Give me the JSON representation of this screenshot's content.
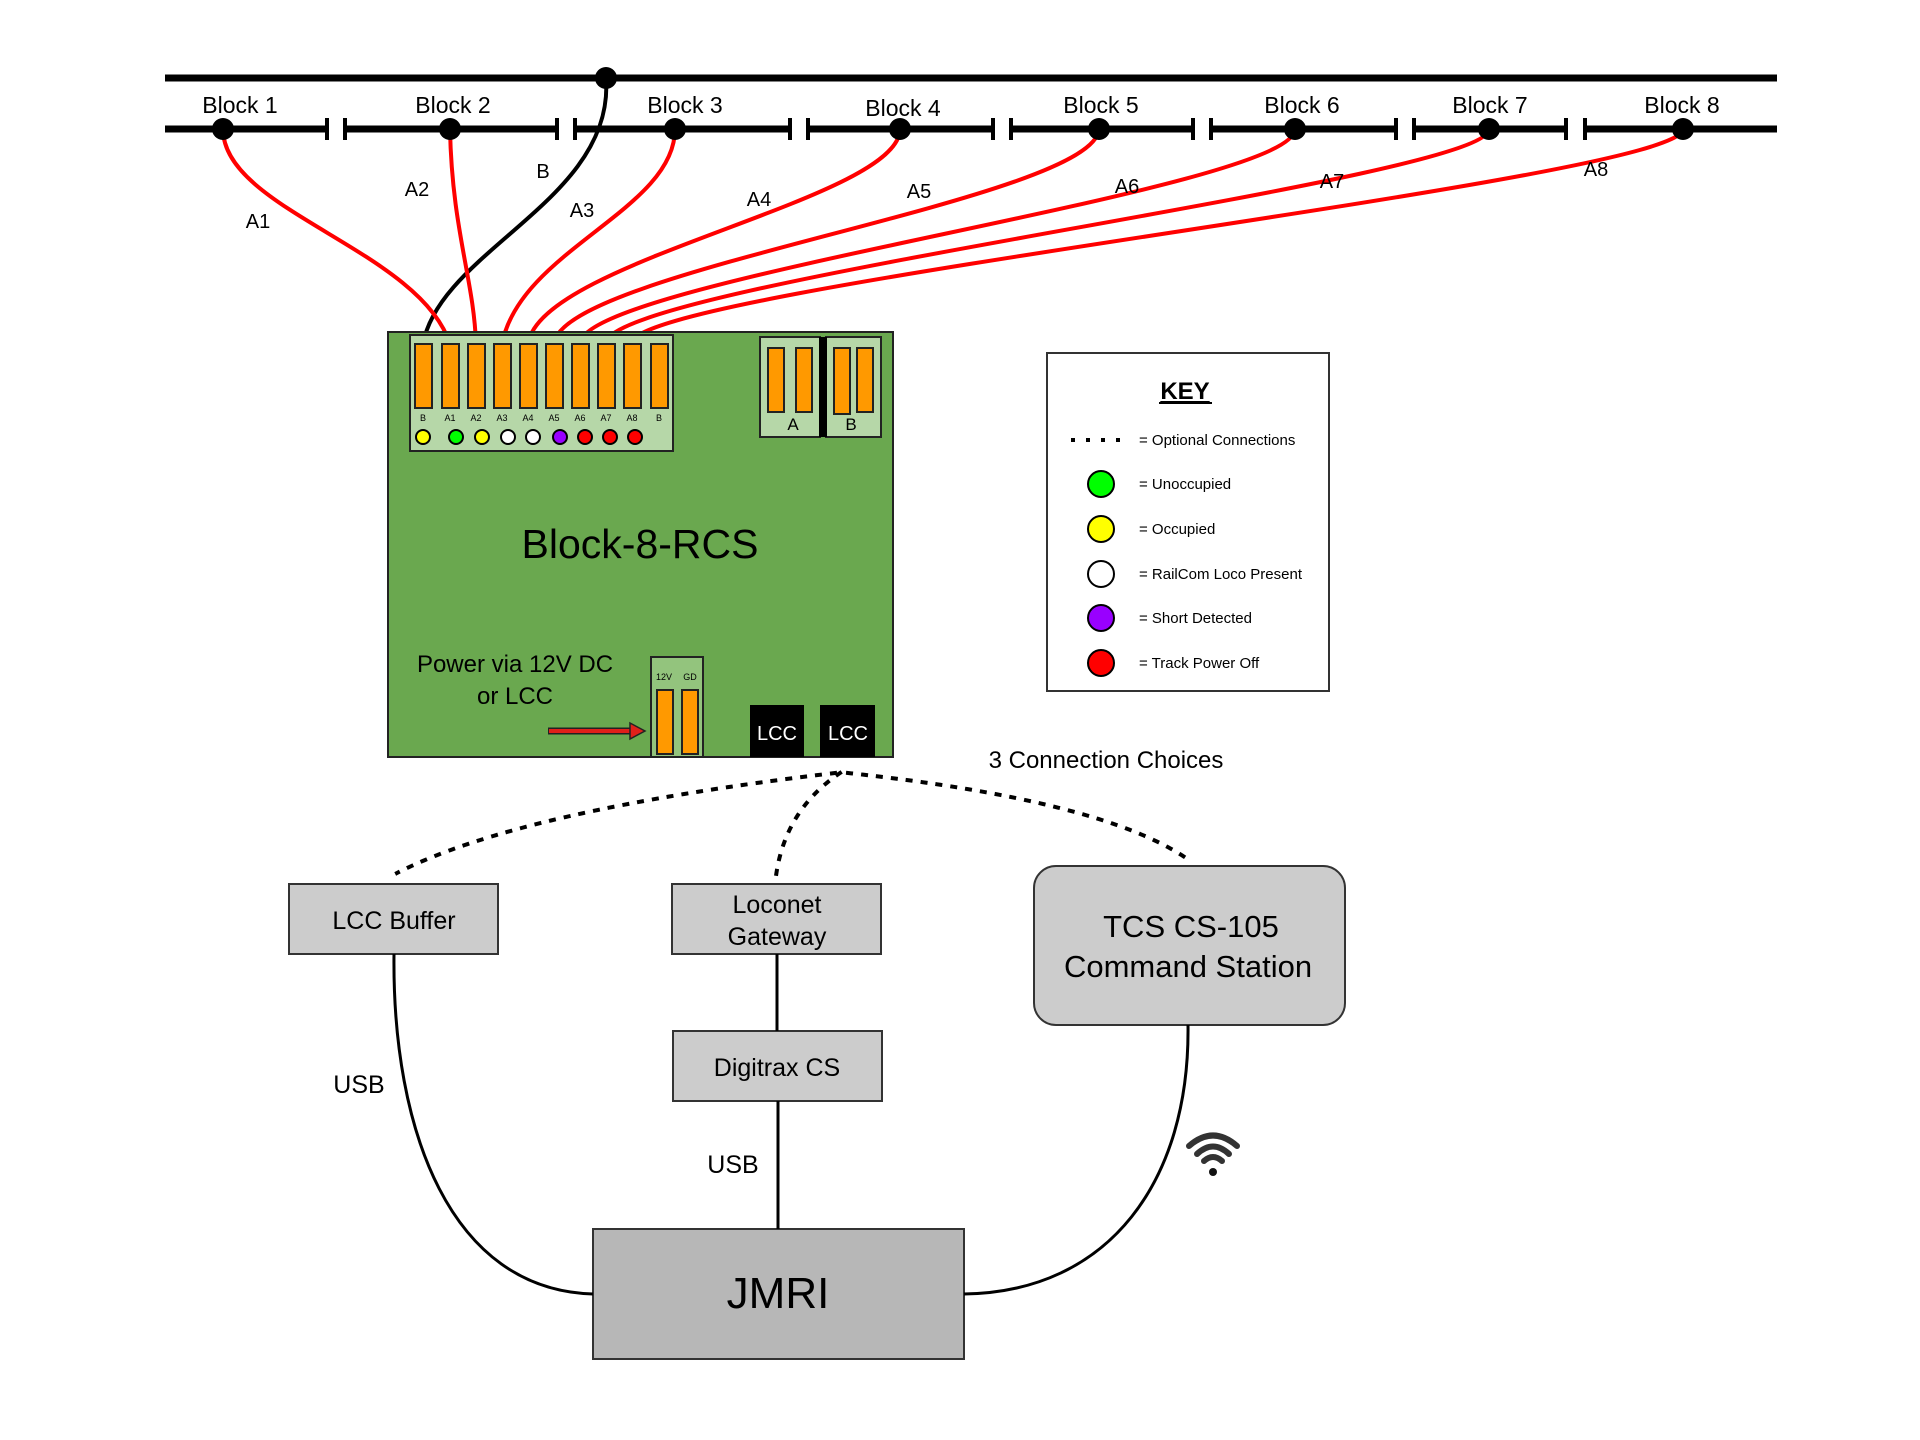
{
  "diagram": {
    "title": "Block-8-RCS wiring diagram",
    "track": {
      "blocks": [
        "Block 1",
        "Block 2",
        "Block 3",
        "Block 4",
        "Block 5",
        "Block 6",
        "Block 7",
        "Block 8"
      ],
      "feeder_labels": [
        "A1",
        "A2",
        "A3",
        "A4",
        "A5",
        "A6",
        "A7",
        "A8"
      ],
      "common_label": "B"
    },
    "board": {
      "name": "Block-8-RCS",
      "terminal_labels": [
        "B",
        "A1",
        "A2",
        "A3",
        "A4",
        "A5",
        "A6",
        "A7",
        "A8",
        "B"
      ],
      "led_states": [
        "occupied",
        "unoccupied",
        "occupied",
        "railcom",
        "railcom",
        "short",
        "power-off",
        "power-off",
        "power-off"
      ],
      "input_labels": [
        "A",
        "B"
      ],
      "power_text_line1": "Power via 12V DC",
      "power_text_line2": "or LCC",
      "power_terminal_labels": [
        "12V",
        "GD"
      ],
      "lcc_ports": [
        "LCC",
        "LCC"
      ]
    },
    "key": {
      "title": "KEY",
      "items": [
        {
          "type": "dots",
          "label": "= Optional Connections"
        },
        {
          "type": "led",
          "state": "unoccupied",
          "label": "= Unoccupied"
        },
        {
          "type": "led",
          "state": "occupied",
          "label": "= Occupied"
        },
        {
          "type": "led",
          "state": "railcom",
          "label": "= RailCom Loco Present"
        },
        {
          "type": "led",
          "state": "short",
          "label": "= Short Detected"
        },
        {
          "type": "led",
          "state": "power-off",
          "label": "= Track Power Off"
        }
      ]
    },
    "connection_choices_label": "3 Connection Choices",
    "devices": {
      "lcc_buffer": "LCC Buffer",
      "loconet_gateway_line1": "Loconet",
      "loconet_gateway_line2": "Gateway",
      "digitrax_cs": "Digitrax CS",
      "tcs_line1": "TCS CS-105",
      "tcs_line2": "Command Station",
      "jmri": "JMRI"
    },
    "link_labels": {
      "lcc_buffer_to_jmri": "USB",
      "digitrax_to_jmri": "USB",
      "tcs_to_jmri": "wifi"
    },
    "colors": {
      "board_green": "#6aa84f",
      "terminal_strip": "#b6d7a8",
      "terminal_orange": "#ff9900",
      "wire_red": "#ff0000",
      "box_gray": "#cccccc",
      "jmri_gray": "#b7b7b7",
      "led": {
        "unoccupied": "#00ff00",
        "occupied": "#ffff00",
        "railcom": "#ffffff",
        "short": "#9900ff",
        "power-off": "#ff0000"
      }
    }
  }
}
